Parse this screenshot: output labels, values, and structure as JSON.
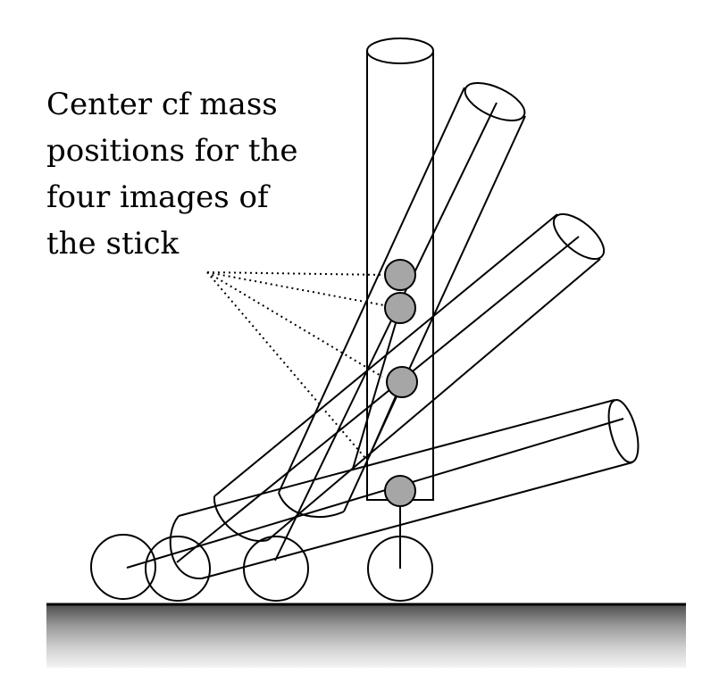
{
  "caption": {
    "lines": [
      "Center cf mass",
      "positions for the",
      "four images of",
      "the stick"
    ]
  },
  "colors": {
    "background": "#ffffff",
    "line": "#000000",
    "center_of_mass_marker": "#a6a6a6"
  }
}
